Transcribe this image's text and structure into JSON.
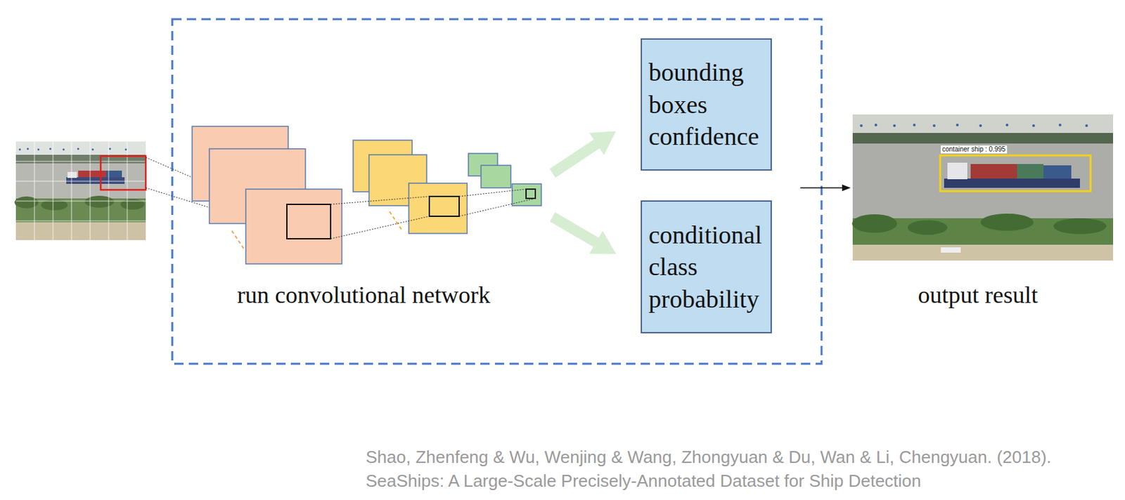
{
  "diagram": {
    "caption": "Shao, Zhenfeng & Wu, Wenjing & Wang, Zhongyuan & Du, Wan & Li, Chengyuan. (2018). SeaShips: A Large-Scale Precisely-Annotated Dataset for Ship Detection",
    "nodes": [
      {
        "text": [
          "bounding boxes confidence"
        ]
      },
      {
        "text": [
          "conditional class probability"
        ]
      }
    ],
    "labels": [
      "run convolutional network",
      "container ship : 0.995",
      "output result"
    ]
  }
}
